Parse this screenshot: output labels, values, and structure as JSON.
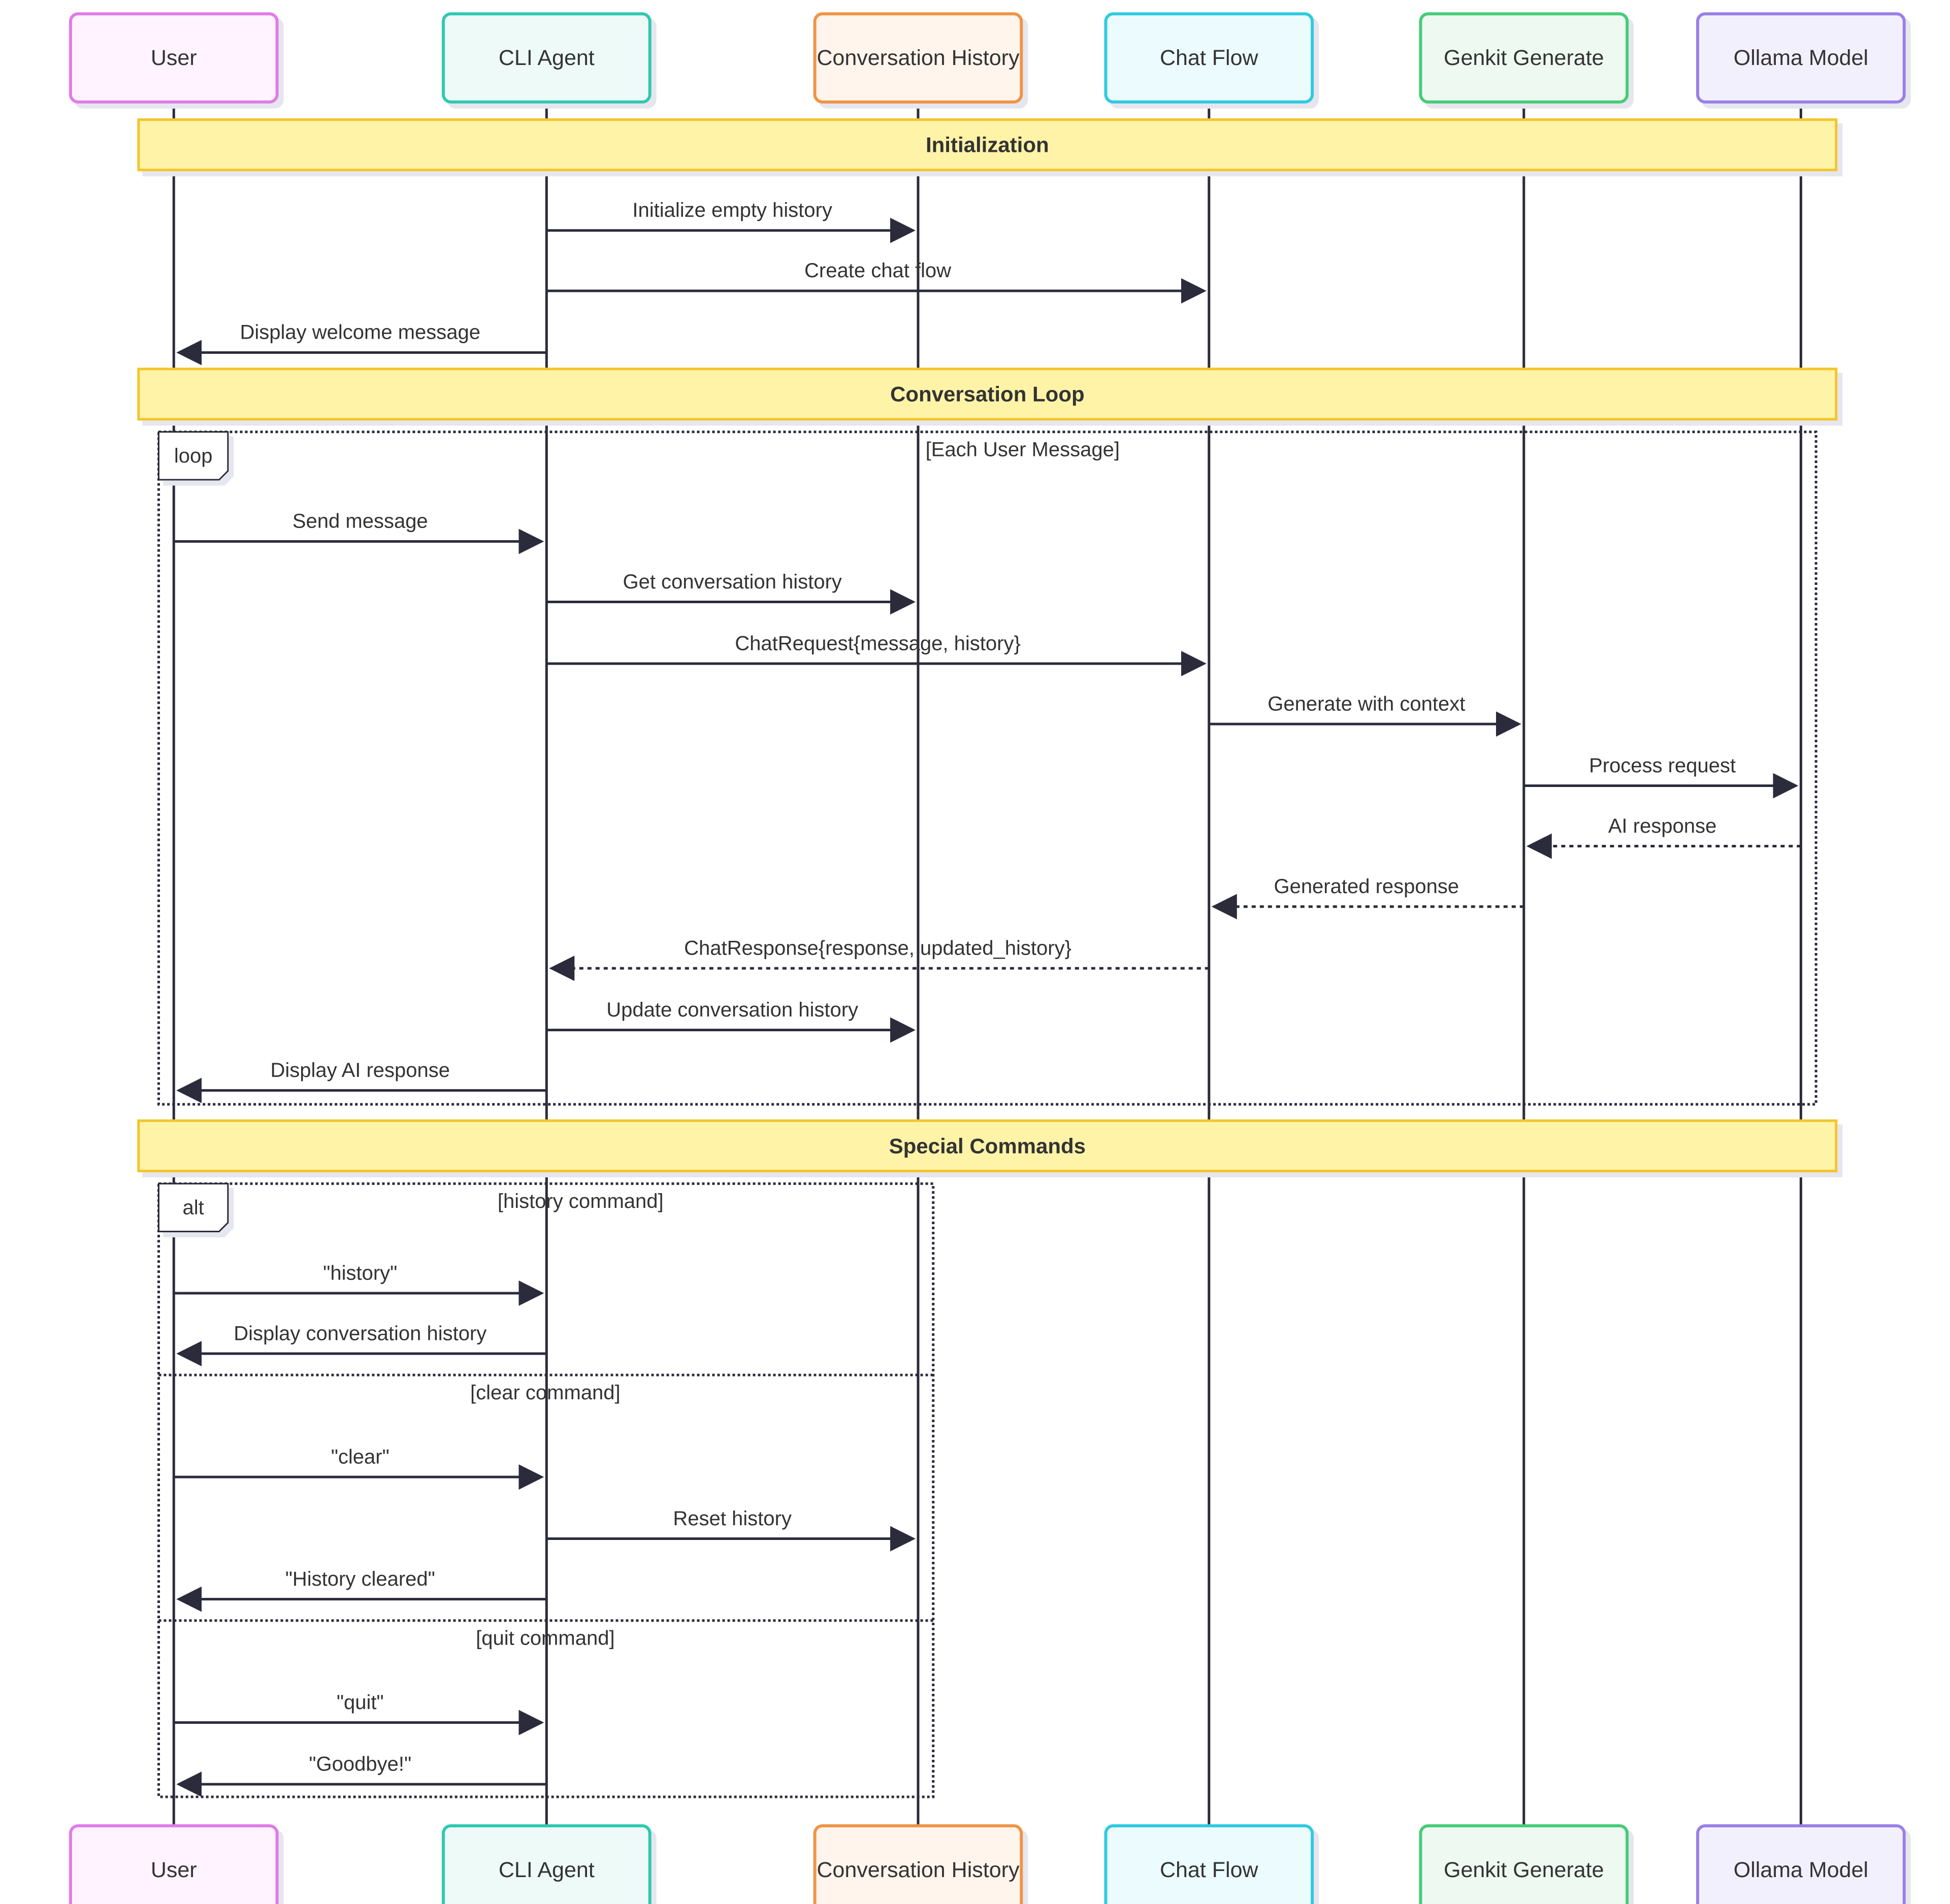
{
  "colors": {
    "line": "#2b2b3b",
    "section_fill": "#fff3a8",
    "section_stroke": "#f2c52b",
    "shadow": "#e6e6ee"
  },
  "actors": [
    {
      "id": "user",
      "label": "User",
      "stroke": "#e07be8",
      "fill": "#fef3fe"
    },
    {
      "id": "cli",
      "label": "CLI Agent",
      "stroke": "#2ec9b0",
      "fill": "#eefaf7"
    },
    {
      "id": "history",
      "label": "Conversation History",
      "stroke": "#ef9444",
      "fill": "#fff5ec"
    },
    {
      "id": "flow",
      "label": "Chat Flow",
      "stroke": "#2ecbe0",
      "fill": "#ecfbfd"
    },
    {
      "id": "genkit",
      "label": "Genkit Generate",
      "stroke": "#45cc78",
      "fill": "#eefaf1"
    },
    {
      "id": "ollama",
      "label": "Ollama Model",
      "stroke": "#9a7fe8",
      "fill": "#f3f0fd"
    }
  ],
  "sections": [
    {
      "label": "Initialization"
    },
    {
      "label": "Conversation Loop"
    },
    {
      "label": "Special Commands"
    }
  ],
  "frames": [
    {
      "kind": "loop",
      "condition": "[Each User Message]"
    },
    {
      "kind": "alt",
      "condition": "[history command]",
      "else_conditions": [
        "[clear command]",
        "[quit command]"
      ]
    }
  ],
  "messages": [
    {
      "from": "cli",
      "to": "history",
      "label": "Initialize empty history",
      "style": "solid"
    },
    {
      "from": "cli",
      "to": "flow",
      "label": "Create chat flow",
      "style": "solid"
    },
    {
      "from": "cli",
      "to": "user",
      "label": "Display welcome message",
      "style": "solid"
    },
    {
      "from": "user",
      "to": "cli",
      "label": "Send message",
      "style": "solid"
    },
    {
      "from": "cli",
      "to": "history",
      "label": "Get conversation history",
      "style": "solid"
    },
    {
      "from": "cli",
      "to": "flow",
      "label": "ChatRequest{message, history}",
      "style": "solid"
    },
    {
      "from": "flow",
      "to": "genkit",
      "label": "Generate with context",
      "style": "solid"
    },
    {
      "from": "genkit",
      "to": "ollama",
      "label": "Process request",
      "style": "solid"
    },
    {
      "from": "ollama",
      "to": "genkit",
      "label": "AI response",
      "style": "dotted"
    },
    {
      "from": "genkit",
      "to": "flow",
      "label": "Generated response",
      "style": "dotted"
    },
    {
      "from": "flow",
      "to": "cli",
      "label": "ChatResponse{response, updated_history}",
      "style": "dotted"
    },
    {
      "from": "cli",
      "to": "history",
      "label": "Update conversation history",
      "style": "solid"
    },
    {
      "from": "cli",
      "to": "user",
      "label": "Display AI response",
      "style": "solid"
    },
    {
      "from": "user",
      "to": "cli",
      "label": "\"history\"",
      "style": "solid"
    },
    {
      "from": "cli",
      "to": "user",
      "label": "Display conversation history",
      "style": "solid"
    },
    {
      "from": "user",
      "to": "cli",
      "label": "\"clear\"",
      "style": "solid"
    },
    {
      "from": "cli",
      "to": "history",
      "label": "Reset history",
      "style": "solid"
    },
    {
      "from": "cli",
      "to": "user",
      "label": "\"History cleared\"",
      "style": "solid"
    },
    {
      "from": "user",
      "to": "cli",
      "label": "\"quit\"",
      "style": "solid"
    },
    {
      "from": "cli",
      "to": "user",
      "label": "\"Goodbye!\"",
      "style": "solid"
    }
  ]
}
